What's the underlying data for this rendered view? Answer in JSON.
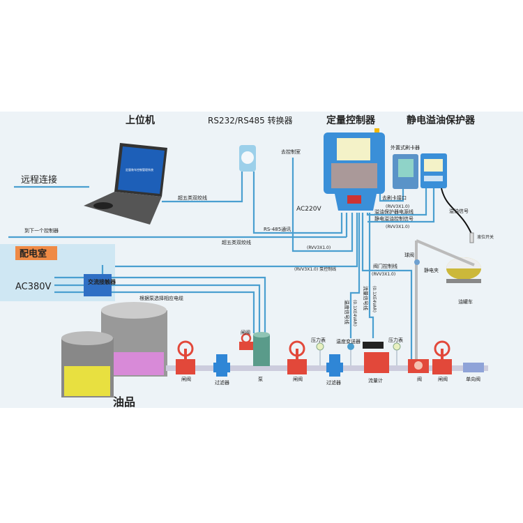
{
  "titles": {
    "host": "上位机",
    "converter": "RS232/RS485 转换器",
    "controller": "定量控制器",
    "protector": "静电溢油保护器"
  },
  "labels": {
    "remote": "远程连接",
    "cat5_a": "超五类双绞线",
    "cat5_b": "超五类双绞线",
    "to_control_room": "去控制室",
    "ac220": "AC220V",
    "rs485": "RS-485通讯",
    "next_controller": "到下一个控制器",
    "rvv_a": "(RVV3X1.0)",
    "rvv_pump": "(RVV3X1.0) 泵控制线",
    "card_reader": "外置式刷卡器",
    "card_port": "去刷卡接口",
    "rvv_b": "(RVV3X1.0)",
    "protector_power": "溢油保护器电源线",
    "static_signal": "静电溢油控制信号",
    "rvv_c": "(RVV3X1.0)",
    "overflow_signal": "溢油信号",
    "level_switch": "液位开关",
    "ball_valve": "球阀",
    "static_clamp": "静电夹",
    "tanker": "油罐车",
    "valve_ctrl": "阀门控制线",
    "rvv_d": "(RVV3X1.0)",
    "temp_signal": "温度信号线",
    "flow_signal": "流量信号线",
    "rvvp_a": "(0.1XE4VAR)",
    "rvvp_b": "(0.1XE4VAR)",
    "power_room": "配电室",
    "ac380": "AC380V",
    "contactor": "交流接触器",
    "cable_note": "根据泵选择相应电缆",
    "oil": "油品",
    "laptop_screen": "定量装车控制管理系统"
  },
  "pipeline": [
    {
      "label": "闸阀"
    },
    {
      "label": "过滤器"
    },
    {
      "label": "泵"
    },
    {
      "label": "闸阀"
    },
    {
      "label": "过滤器"
    },
    {
      "label": "流量计"
    },
    {
      "label": "阀"
    },
    {
      "label": "闸阀"
    },
    {
      "label": "单向阀"
    }
  ],
  "upper": {
    "pump_valve": "闸阀",
    "pressure1": "压力表",
    "temp_tx": "温度变送器",
    "pressure2": "压力表"
  },
  "colors": {
    "wire": "#4a9fd0",
    "valve": "#e2483a",
    "controller": "#3a8fd8",
    "power_room": "#cfe7f3",
    "badge": "#ef8a45"
  }
}
